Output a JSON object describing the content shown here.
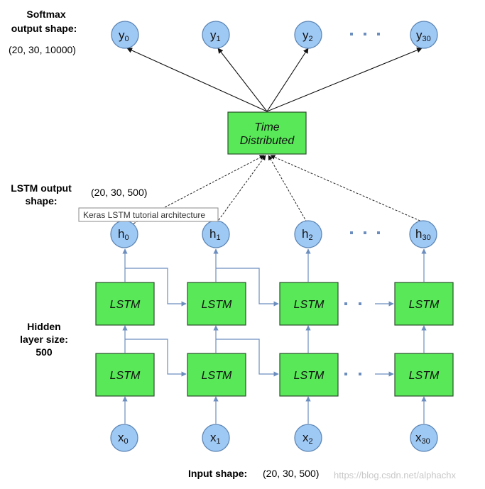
{
  "softmax": {
    "label_line1": "Softmax",
    "label_line2": "output shape:",
    "shape": "(20, 30, 10000)"
  },
  "lstm_output": {
    "label_line1": "LSTM output",
    "label_line2": "shape:",
    "shape": "(20, 30, 500)"
  },
  "hidden": {
    "label_line1": "Hidden",
    "label_line2": "layer size:",
    "label_line3": "500"
  },
  "input": {
    "label": "Input shape:",
    "shape": "(20, 30, 500)"
  },
  "time_distributed": {
    "line1": "Time",
    "line2": "Distributed"
  },
  "tooltip": "Keras LSTM tutorial architecture",
  "watermark": "https://blog.csdn.net/alphachx",
  "outputs": [
    {
      "base": "y",
      "sub": "0"
    },
    {
      "base": "y",
      "sub": "1"
    },
    {
      "base": "y",
      "sub": "2"
    },
    {
      "base": "y",
      "sub": "30"
    }
  ],
  "hidden_states": [
    {
      "base": "h",
      "sub": "0"
    },
    {
      "base": "h",
      "sub": "1"
    },
    {
      "base": "h",
      "sub": "2"
    },
    {
      "base": "h",
      "sub": "30"
    }
  ],
  "inputs": [
    {
      "base": "x",
      "sub": "0"
    },
    {
      "base": "x",
      "sub": "1"
    },
    {
      "base": "x",
      "sub": "2"
    },
    {
      "base": "x",
      "sub": "30"
    }
  ],
  "lstm_label": "LSTM",
  "colors": {
    "circle_fill": "#9fc9f5",
    "box_fill": "#58e858",
    "connector": "#6c8ebf"
  }
}
